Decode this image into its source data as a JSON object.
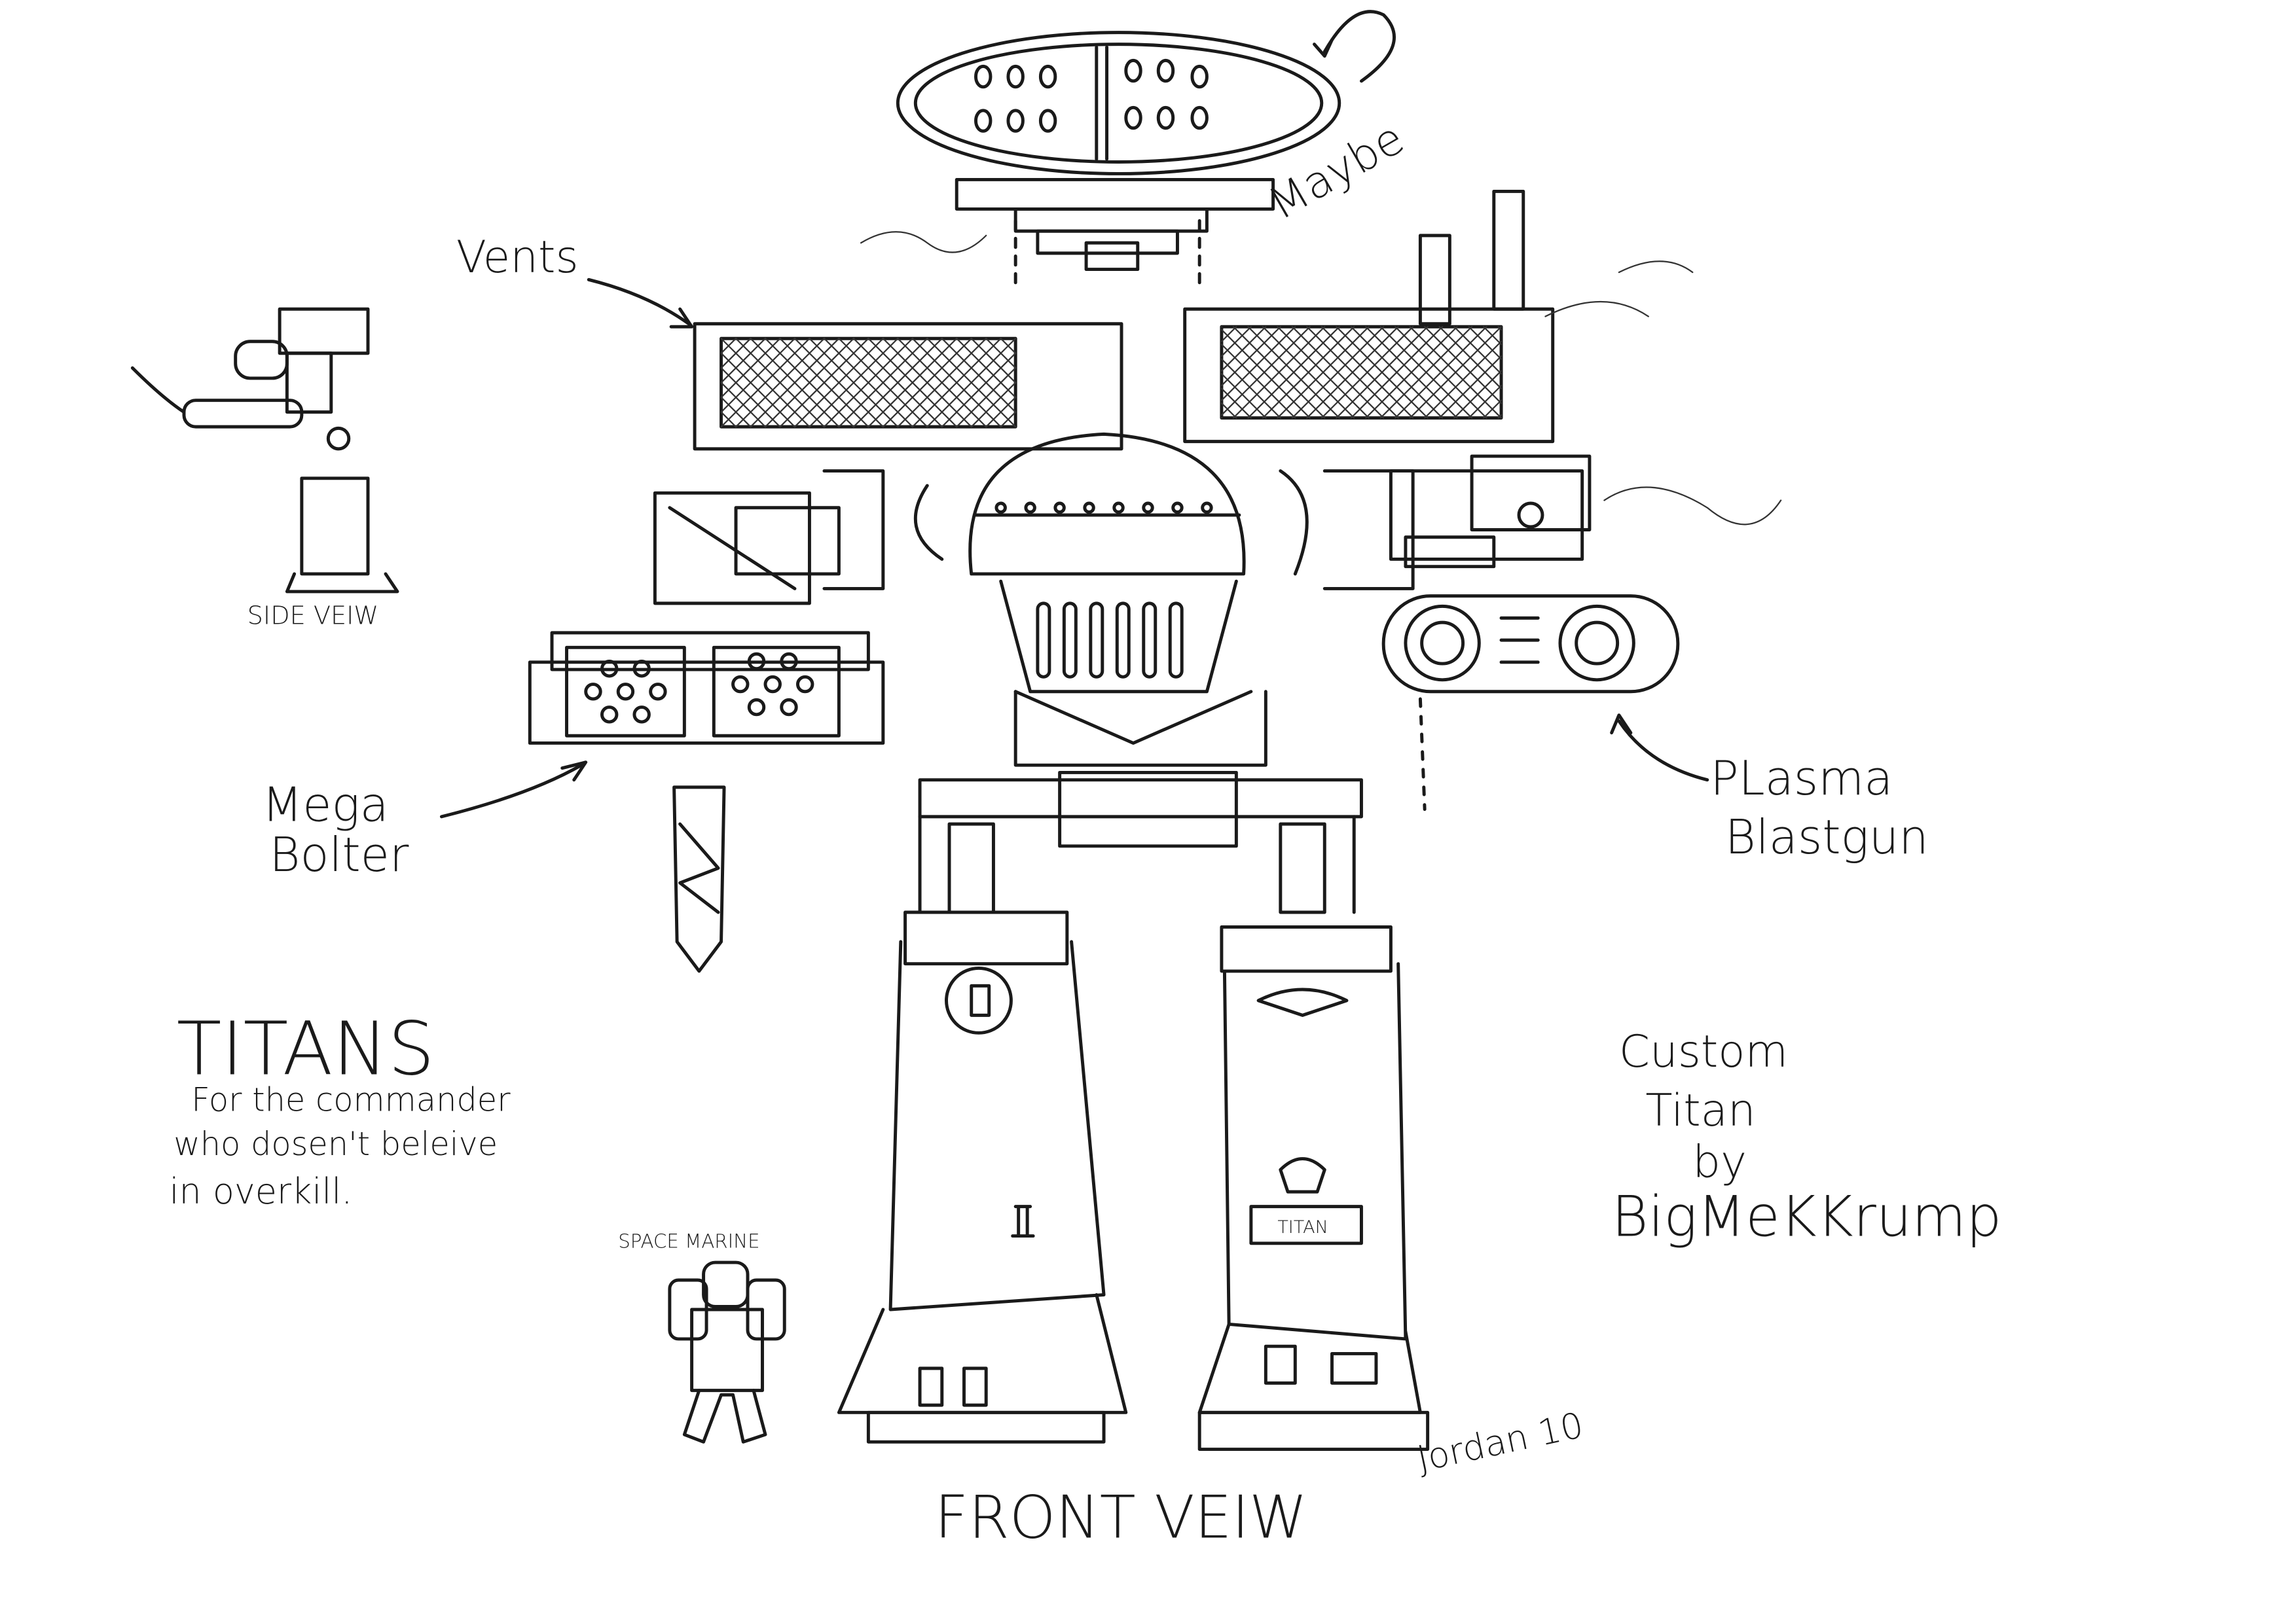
{
  "title": "TITANS",
  "tagline": [
    "For the commander",
    "who dosen't beleive",
    "in overkill."
  ],
  "labels": {
    "vents": "Vents",
    "maybe": "Maybe",
    "side_view": "SIDE VEIW",
    "mega_bolter": [
      "Mega",
      "Bolter"
    ],
    "plasma_blastgun": [
      "PLasma",
      "Blastgun"
    ],
    "space_marine": "SPACE MARINE",
    "front_view": "FRONT VEIW",
    "leg_plate": "TITAN"
  },
  "credit": [
    "Custom",
    "Titan",
    "by",
    "BigMeKKrump"
  ],
  "signature": "Jordan 10",
  "colors": {
    "ink": "#1a1a1a",
    "paper": "#ffffff"
  }
}
